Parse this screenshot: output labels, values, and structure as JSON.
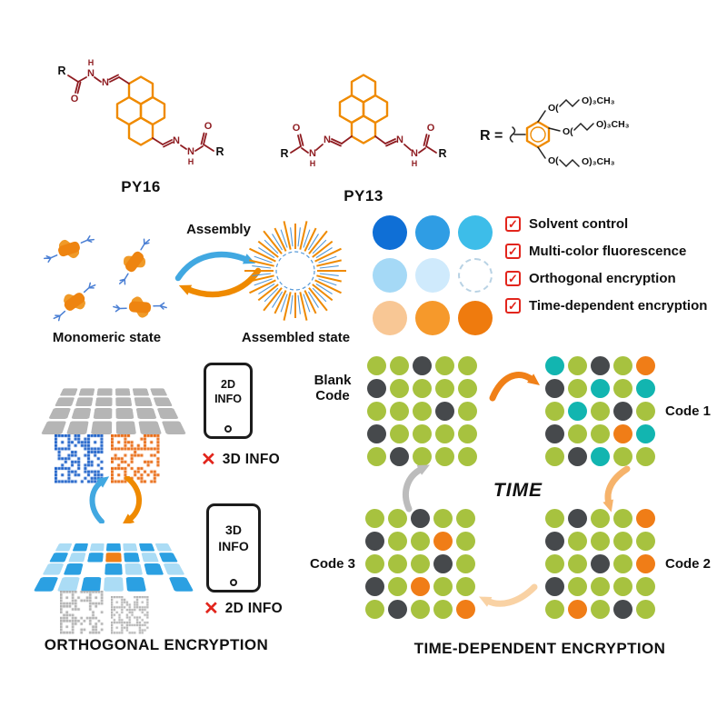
{
  "palette": {
    "pyrene_orange": "#ef8a00",
    "linker_maroon": "#8f1d22",
    "blue_arrow": "#41a8e1",
    "orange_arrow": "#ef8a00",
    "check_red": "#e2251c",
    "starburst_blue": "#5599d8",
    "blob_arm_blue": "#4a7fd4",
    "gray": "#b5b5b5"
  },
  "molecules": {
    "py16_label": "PY16",
    "py13_label": "PY13",
    "r_equals": "R =",
    "atoms": {
      "N": "N",
      "H": "H",
      "O": "O",
      "R": "R",
      "chain_open": "O(",
      "chain_tail": "O)₃CH₃"
    }
  },
  "assembly": {
    "arrow_label": "Assembly",
    "monomer_label": "Monomeric state",
    "assembled_label": "Assembled state"
  },
  "fluor_dots": {
    "colors": [
      [
        "#0f6fd6",
        "#2f9de4",
        "#3dbde9"
      ],
      [
        "#a5d9f6",
        "#cfeafc",
        "dashed"
      ],
      [
        "#f8c795",
        "#f6992b",
        "#ef7b0e"
      ]
    ]
  },
  "features": {
    "check_glyph": "✓",
    "items": [
      "Solvent control",
      "Multi-color fluorescence",
      "Orthogonal encryption",
      "Time-dependent encryption"
    ]
  },
  "orthogonal": {
    "title": "ORTHOGONAL ENCRYPTION",
    "phone_2d_text": "2D\nINFO",
    "phone_3d_text": "3D\nINFO",
    "cross_glyph": "✕",
    "no_3d_label": "3D INFO",
    "no_2d_label": "2D INFO",
    "qr_blue_color": "#1a5fc8",
    "qr_orange_color": "#e8680f",
    "qr_gray_color": "#ababab",
    "gray_grid": {
      "rows": 4,
      "cols": 6,
      "color": "#b5b5b5"
    },
    "color_grid": {
      "palette": {
        "b": "#2ba0e2",
        "lb": "#abdcf5",
        "o": "#f08018",
        "w": "#ffffff"
      },
      "rows": [
        [
          "lb",
          "b",
          "lb",
          "b",
          "lb",
          "b",
          "lb"
        ],
        [
          "b",
          "lb",
          "b",
          "o",
          "b",
          "lb",
          "b"
        ],
        [
          "lb",
          "b",
          "w",
          "b",
          "lb",
          "b",
          "lb"
        ],
        [
          "b",
          "lb",
          "b",
          "lb",
          "b",
          "w",
          "b"
        ]
      ]
    }
  },
  "time": {
    "title": "TIME-DEPENDENT ENCRYPTION",
    "time_label": "TIME",
    "blank_label": "Blank\nCode",
    "code1_label": "Code 1",
    "code2_label": "Code 2",
    "code3_label": "Code 3",
    "palette": {
      "g": "#a7c23f",
      "d": "#46494c",
      "t": "#12b5b0",
      "o": "#f07d17"
    },
    "arrow_colors": {
      "orange": "#f08018",
      "light": "#f6b36b",
      "pale": "#f9d2a4",
      "gray": "#bcbcbc"
    },
    "grids": {
      "blank": [
        "ggdgg",
        "dgggg",
        "gggdg",
        "dgggg",
        "gdggg"
      ],
      "code1": [
        "tgdgo",
        "dgtgt",
        "gtgdg",
        "dggot",
        "gdtgg"
      ],
      "code2": [
        "gdggo",
        "dgggg",
        "ggdgo",
        "dgggg",
        "gogdg"
      ],
      "code3": [
        "ggdgg",
        "dggog",
        "gggdg",
        "dgogg",
        "gdggo"
      ]
    }
  }
}
